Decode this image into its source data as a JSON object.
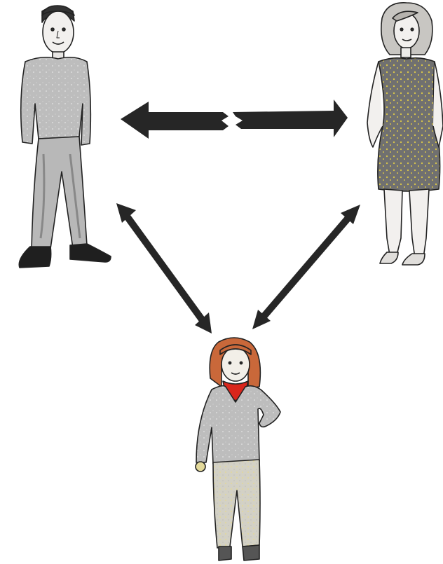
{
  "figures": [
    {
      "id": "man",
      "icon": "man-figure"
    },
    {
      "id": "woman",
      "icon": "woman-figure"
    },
    {
      "id": "child",
      "icon": "girl-figure"
    }
  ],
  "relations": [
    {
      "from": "man",
      "to": "woman",
      "style": "broken-double-arrow"
    },
    {
      "from": "man",
      "to": "child",
      "style": "double-arrow"
    },
    {
      "from": "woman",
      "to": "child",
      "style": "double-arrow"
    }
  ],
  "colors": {
    "arrow": "#262626",
    "clothing_gray": "#9e9e9e",
    "dress_gray": "#707070",
    "dress_pattern": "#d8c54a",
    "hair_red": "#c9683a",
    "scarf_red": "#d9261c",
    "skin": "#f2f0ee"
  }
}
